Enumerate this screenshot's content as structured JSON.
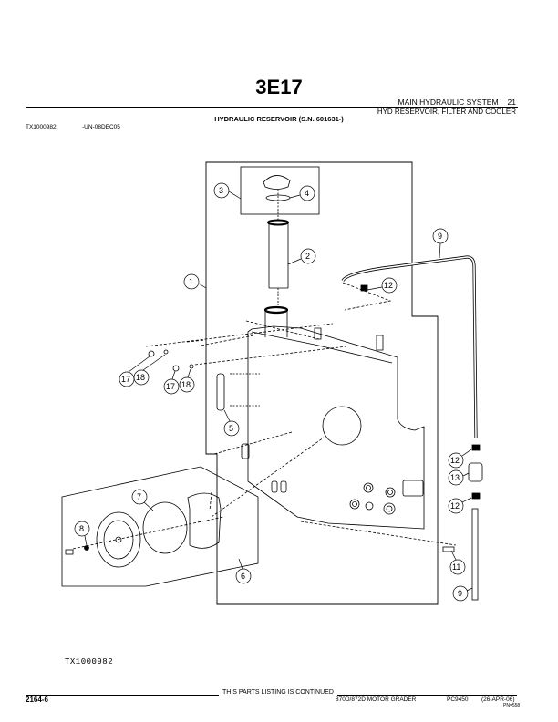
{
  "header": {
    "page_code": "3E17",
    "system": "MAIN HYDRAULIC SYSTEM",
    "group_number": "21",
    "subsystem": "HYD RESERVOIR, FILTER AND COOLER",
    "title": "HYDRAULIC RESERVOIR (S.N. 601631-)",
    "figure_id": "TX1000982",
    "figure_date": "-UN-08DEC05"
  },
  "diagram": {
    "callouts": [
      "1",
      "2",
      "3",
      "4",
      "5",
      "6",
      "7",
      "8",
      "9",
      "9",
      "11",
      "12",
      "12",
      "12",
      "13",
      "17",
      "17",
      "18",
      "18"
    ],
    "bottom_label": "TX1000982"
  },
  "footer": {
    "page_number": "2164-6",
    "continued": "THIS PARTS LISTING IS CONTINUED",
    "model": "870D/872D MOTOR GRADER",
    "catalog": "PC9450",
    "date": "(26-APR-06)",
    "pn": "PN=558"
  }
}
